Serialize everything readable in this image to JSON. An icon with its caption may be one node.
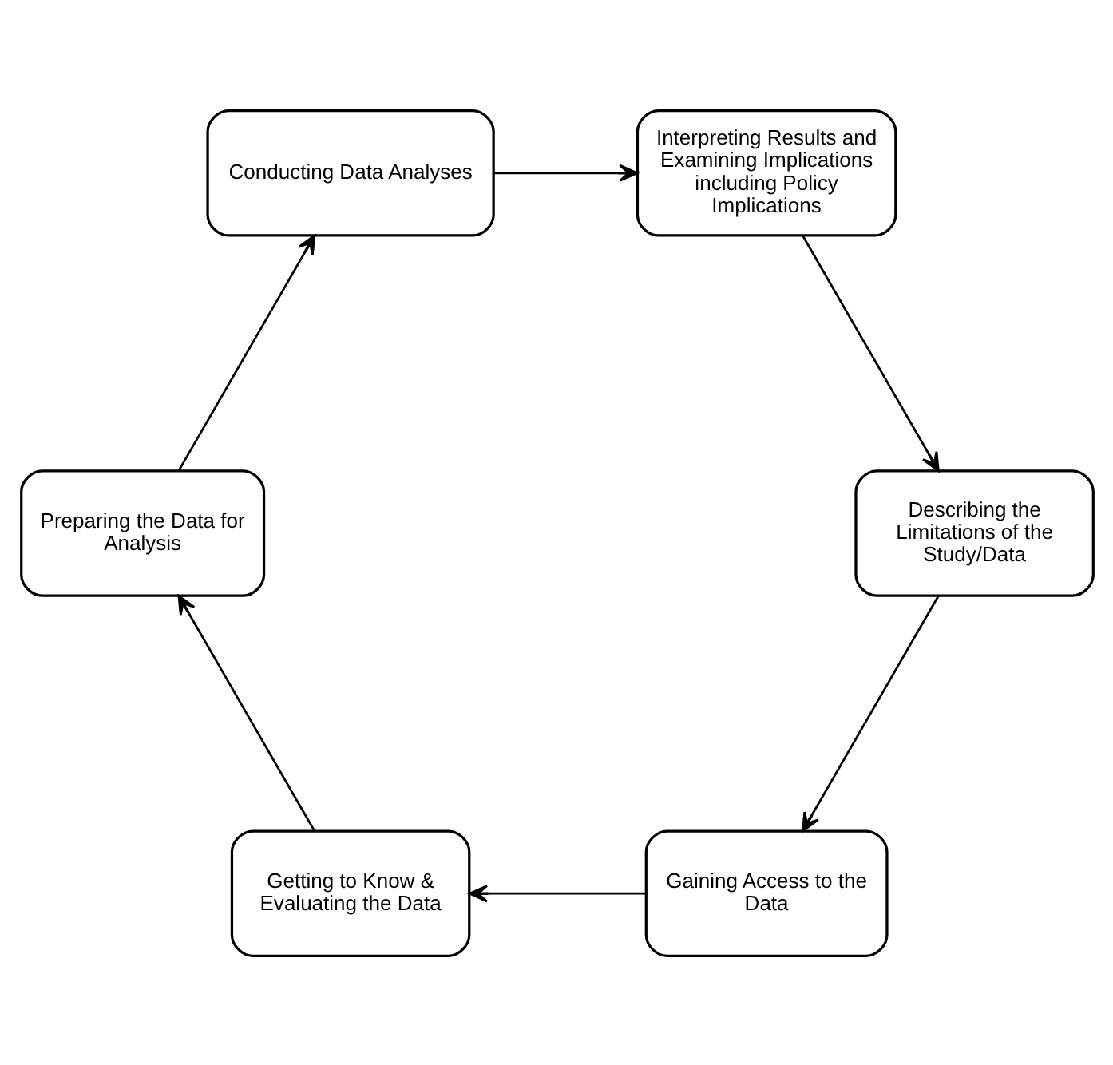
{
  "diagram": {
    "nodes": [
      {
        "text": [
          "Gaining Access to the Data"
        ]
      },
      {
        "text": [
          "Describing the Limitations of the Study/Data"
        ]
      },
      {
        "text": [
          "Getting to Know & Evaluating the Data"
        ]
      },
      {
        "text": [
          "Interpreting Results and Examining Implications including Policy Implications"
        ]
      },
      {
        "text": [
          "Preparing the Data for Analysis"
        ]
      },
      {
        "text": [
          "Conducting Data Analyses"
        ]
      }
    ],
    "edges": [
      {
        "from": 0,
        "to": 2,
        "arrow": "to"
      },
      {
        "from": 2,
        "to": 4,
        "arrow": "to"
      },
      {
        "from": 4,
        "to": 5,
        "arrow": "to"
      },
      {
        "from": 5,
        "to": 3,
        "arrow": "to"
      },
      {
        "from": 3,
        "to": 1,
        "arrow": "to"
      },
      {
        "from": 1,
        "to": 0,
        "arrow": "to"
      }
    ]
  }
}
